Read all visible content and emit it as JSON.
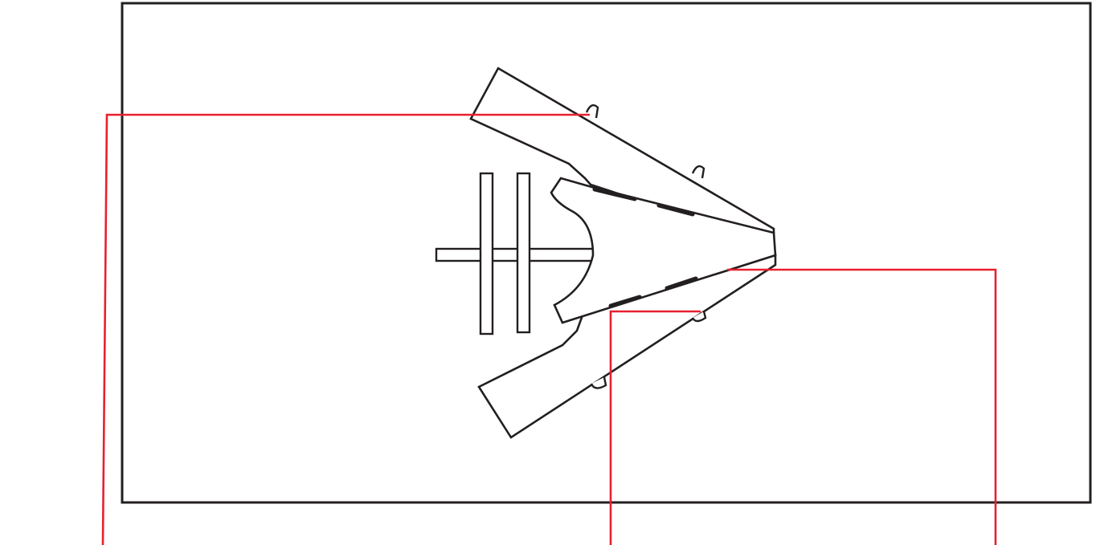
{
  "diagram": {
    "outline_color": "#231f20",
    "leader_line_color": "#e8202e",
    "background_color": "#ffffff",
    "parts": [
      "frame",
      "upper-outer-plate",
      "lower-outer-plate",
      "inner-jaw",
      "cross-bracket",
      "upper-tabs",
      "lower-tabs",
      "seam-marks"
    ],
    "leader_lines": [
      "leader-line-upper-plate-tab",
      "leader-line-lower-jaw-edge",
      "leader-line-lower-plate-tip"
    ]
  }
}
